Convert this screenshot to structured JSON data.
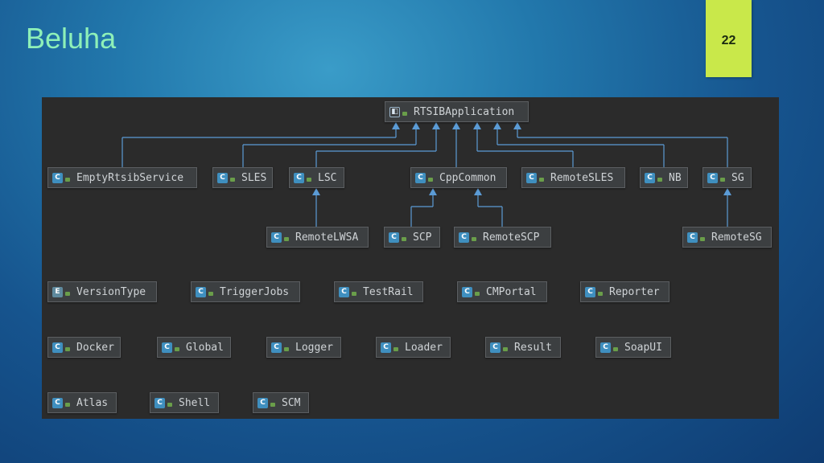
{
  "slide": {
    "title": "Beluha",
    "page_number": "22"
  },
  "diagram": {
    "root": {
      "id": "rtsib",
      "label": "RTSIBApplication",
      "icon": "application-class-icon"
    },
    "level1": [
      {
        "id": "empty",
        "label": "EmptyRtsibService",
        "icon": "class-icon"
      },
      {
        "id": "sles",
        "label": "SLES",
        "icon": "class-icon"
      },
      {
        "id": "lsc",
        "label": "LSC",
        "icon": "class-icon"
      },
      {
        "id": "cpp",
        "label": "CppCommon",
        "icon": "class-icon"
      },
      {
        "id": "remotesles",
        "label": "RemoteSLES",
        "icon": "class-icon"
      },
      {
        "id": "nb",
        "label": "NB",
        "icon": "class-icon"
      },
      {
        "id": "sg",
        "label": "SG",
        "icon": "class-icon"
      }
    ],
    "level2": [
      {
        "id": "remotelwsa",
        "label": "RemoteLWSA",
        "parent": "LSC",
        "icon": "class-icon"
      },
      {
        "id": "scp",
        "label": "SCP",
        "parent": "CppCommon",
        "icon": "class-icon"
      },
      {
        "id": "remotescp",
        "label": "RemoteSCP",
        "parent": "CppCommon",
        "icon": "class-icon"
      },
      {
        "id": "remotesg",
        "label": "RemoteSG",
        "parent": "SG",
        "icon": "class-icon"
      }
    ],
    "standalone_rows": [
      [
        {
          "label": "VersionType",
          "icon": "enum-icon"
        },
        {
          "label": "TriggerJobs",
          "icon": "class-icon"
        },
        {
          "label": "TestRail",
          "icon": "class-icon"
        },
        {
          "label": "CMPortal",
          "icon": "class-icon"
        },
        {
          "label": "Reporter",
          "icon": "class-icon"
        }
      ],
      [
        {
          "label": "Docker",
          "icon": "class-icon"
        },
        {
          "label": "Global",
          "icon": "class-icon"
        },
        {
          "label": "Logger",
          "icon": "class-icon"
        },
        {
          "label": "Loader",
          "icon": "class-icon"
        },
        {
          "label": "Result",
          "icon": "class-icon"
        },
        {
          "label": "SoapUI",
          "icon": "class-icon"
        }
      ],
      [
        {
          "label": "Atlas",
          "icon": "class-icon"
        },
        {
          "label": "Shell",
          "icon": "class-icon"
        },
        {
          "label": "SCM",
          "icon": "class-icon"
        }
      ]
    ],
    "colors": {
      "panel": "#2b2b2b",
      "node_fill": "#3c3f41",
      "edge": "#5b9bd5",
      "class_icon": "#3f8fbf",
      "title": "#8ef0b8",
      "page_tab": "#c9e84a"
    }
  }
}
